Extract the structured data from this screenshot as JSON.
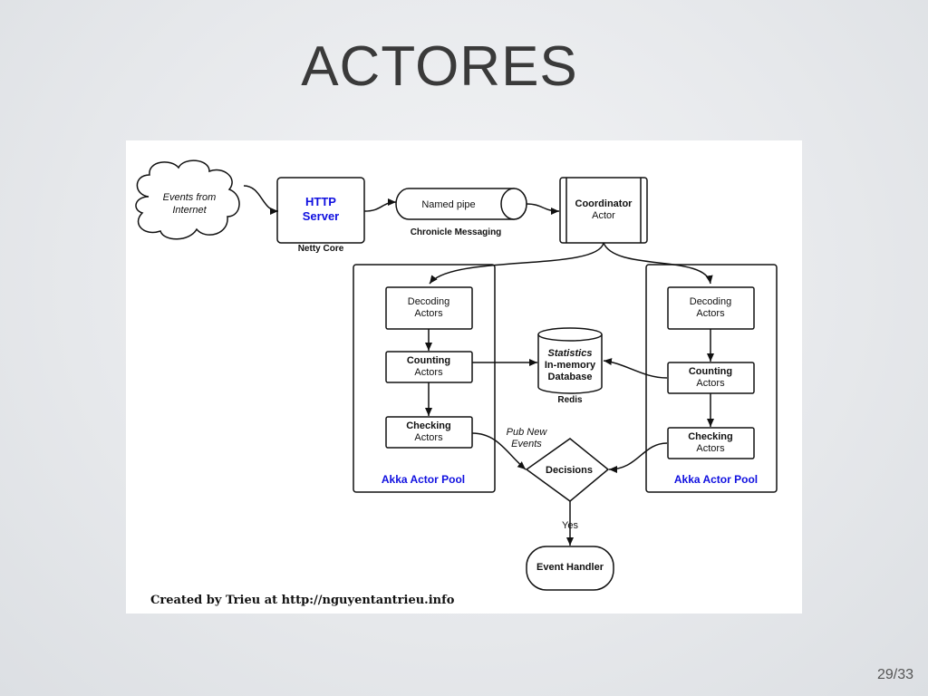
{
  "slide": {
    "title": "ACTORES",
    "page_number": "29/33",
    "credit": "Created by Trieu at http://nguyentantrieu.info"
  },
  "diagram": {
    "events_cloud": {
      "line1": "Events from",
      "line2": "Internet"
    },
    "http_server": {
      "line1": "HTTP",
      "line2": "Server",
      "caption": "Netty Core"
    },
    "named_pipe": {
      "label": "Named pipe",
      "caption": "Chronicle Messaging"
    },
    "coordinator": {
      "line1": "Coordinator",
      "line2": "Actor"
    },
    "left_pool": {
      "decoding": {
        "line1": "Decoding",
        "line2": "Actors"
      },
      "counting": {
        "line1": "Counting",
        "line2": "Actors"
      },
      "checking": {
        "line1": "Checking",
        "line2": "Actors"
      },
      "pool_label": "Akka Actor Pool"
    },
    "right_pool": {
      "decoding": {
        "line1": "Decoding",
        "line2": "Actors"
      },
      "counting": {
        "line1": "Counting",
        "line2": "Actors"
      },
      "checking": {
        "line1": "Checking",
        "line2": "Actors"
      },
      "pool_label": "Akka Actor Pool"
    },
    "database": {
      "line1": "Statistics",
      "line2": "In-memory",
      "line3": "Database",
      "caption": "Redis"
    },
    "pub_new_events": {
      "line1": "Pub New",
      "line2": "Events"
    },
    "decisions": {
      "label": "Decisions"
    },
    "yes_label": "Yes",
    "event_handler": {
      "label": "Event Handler"
    },
    "colors": {
      "pool_label": "#1010e0",
      "http_server_text": "#1010e0",
      "stroke": "#111111"
    }
  }
}
